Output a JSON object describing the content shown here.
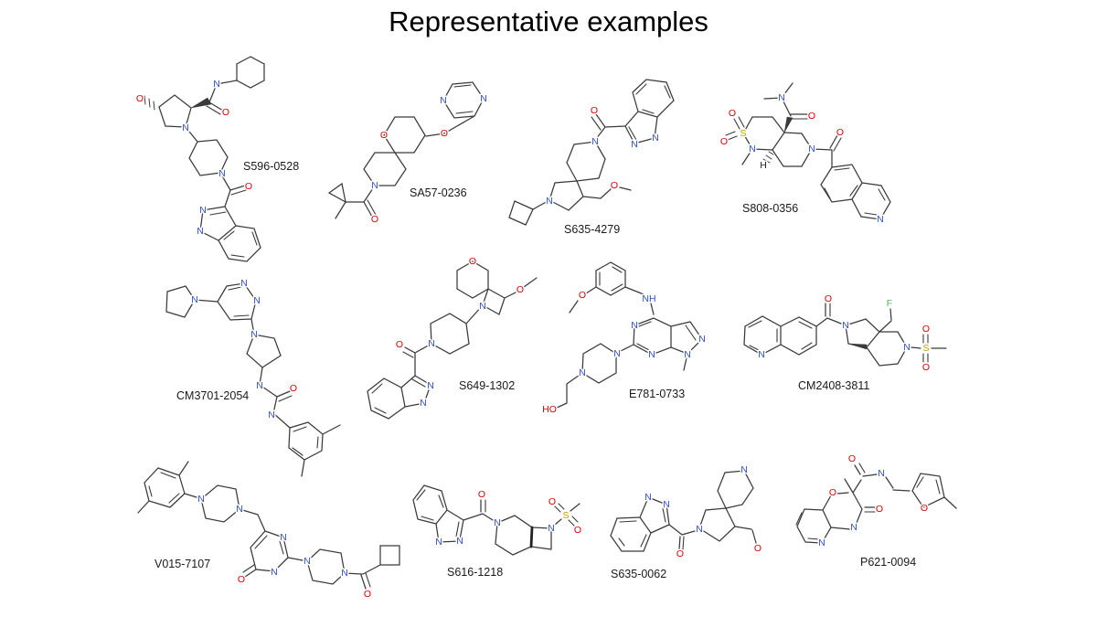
{
  "slide": {
    "title": "Representative examples",
    "background": "#ffffff"
  },
  "colors": {
    "nitrogen": "#3050c8",
    "oxygen": "#e00000",
    "sulfur": "#bfa000",
    "fluorine": "#58b058",
    "bond": "#3a3a3a",
    "label_text": "#1a1a1a"
  },
  "compounds": [
    {
      "id": "S596-0528",
      "atoms": [
        "N",
        "O",
        "O",
        "N",
        "N",
        "O",
        "N",
        "N"
      ]
    },
    {
      "id": "SA57-0236",
      "atoms": [
        "N",
        "N",
        "O",
        "O",
        "N",
        "O"
      ]
    },
    {
      "id": "S635-4279",
      "atoms": [
        "O",
        "N",
        "N",
        "N",
        "N",
        "O"
      ]
    },
    {
      "id": "S808-0356",
      "atoms": [
        "N",
        "O",
        "O",
        "O",
        "S",
        "N",
        "H",
        "N",
        "O",
        "N"
      ]
    },
    {
      "id": "CM3701-2054",
      "atoms": [
        "N",
        "N",
        "N",
        "N",
        "N",
        "O",
        "N"
      ]
    },
    {
      "id": "S649-1302",
      "atoms": [
        "O",
        "O",
        "N",
        "N",
        "O",
        "N",
        "N"
      ]
    },
    {
      "id": "E781-0733",
      "atoms": [
        "O",
        "NH",
        "N",
        "N",
        "N",
        "N",
        "N",
        "N",
        "HO"
      ]
    },
    {
      "id": "CM2408-3811",
      "atoms": [
        "N",
        "O",
        "N",
        "F",
        "N",
        "S",
        "O",
        "O"
      ]
    },
    {
      "id": "V015-7107",
      "atoms": [
        "N",
        "N",
        "N",
        "N",
        "O",
        "N",
        "N",
        "O"
      ]
    },
    {
      "id": "S616-1218",
      "atoms": [
        "N",
        "N",
        "O",
        "N",
        "N",
        "S",
        "O",
        "O"
      ]
    },
    {
      "id": "S635-0062",
      "atoms": [
        "N",
        "N",
        "O",
        "N",
        "N",
        "O"
      ]
    },
    {
      "id": "P621-0094",
      "atoms": [
        "N",
        "O",
        "N",
        "O",
        "O",
        "N",
        "O"
      ]
    }
  ]
}
